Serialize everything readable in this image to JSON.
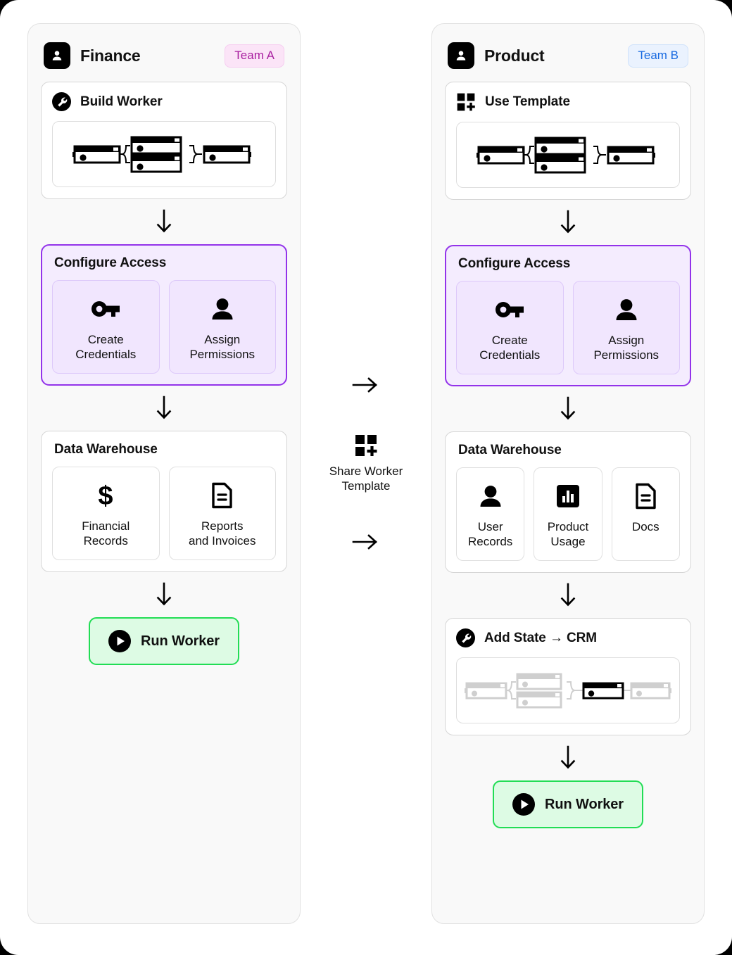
{
  "columns": [
    {
      "id": "finance",
      "icon": "person-avatar-icon",
      "title": "Finance",
      "badge": "Team A",
      "steps": [
        {
          "type": "flow-card",
          "icon": "wrench-icon",
          "title": "Build Worker",
          "diagram": "worker-flow-diagram"
        },
        {
          "type": "access",
          "title": "Configure Access",
          "tiles": [
            {
              "icon": "key-icon",
              "label": "Create\nCredentials"
            },
            {
              "icon": "person-icon",
              "label": "Assign\nPermissions"
            }
          ]
        },
        {
          "type": "warehouse",
          "title": "Data Warehouse",
          "tiles": [
            {
              "icon": "dollar-icon",
              "label": "Financial\nRecords"
            },
            {
              "icon": "document-icon",
              "label": "Reports\nand Invoices"
            }
          ]
        },
        {
          "type": "run",
          "icon": "play-icon",
          "label": "Run Worker"
        }
      ]
    },
    {
      "id": "product",
      "icon": "person-avatar-icon",
      "title": "Product",
      "badge": "Team B",
      "steps": [
        {
          "type": "flow-card",
          "icon": "template-grid-icon",
          "title": "Use Template",
          "diagram": "worker-flow-diagram"
        },
        {
          "type": "access",
          "title": "Configure Access",
          "tiles": [
            {
              "icon": "key-icon",
              "label": "Create\nCredentials"
            },
            {
              "icon": "person-icon",
              "label": "Assign\nPermissions"
            }
          ]
        },
        {
          "type": "warehouse",
          "title": "Data Warehouse",
          "tiles": [
            {
              "icon": "person-icon",
              "label": "User\nRecords"
            },
            {
              "icon": "bar-chart-icon",
              "label": "Product\nUsage"
            },
            {
              "icon": "document-icon",
              "label": "Docs"
            }
          ]
        },
        {
          "type": "flow-card",
          "icon": "wrench-icon",
          "title": "Add State → CRM",
          "diagram": "worker-flow-diagram-extended"
        },
        {
          "type": "run",
          "icon": "play-icon",
          "label": "Run Worker"
        }
      ]
    }
  ],
  "middle": {
    "arrow_top": "arrow-right-icon",
    "icon": "template-grid-icon",
    "label": "Share Worker\nTemplate",
    "arrow_bottom": "arrow-right-icon"
  },
  "colors": {
    "accent_purple": "#9333ea",
    "accent_green": "#22dd55",
    "badge_a_bg": "#fbe4f7",
    "badge_a_text": "#a91fa0",
    "badge_b_bg": "#eaf2fe",
    "badge_b_text": "#1769e0",
    "panel_bg": "#f9f9f9"
  }
}
